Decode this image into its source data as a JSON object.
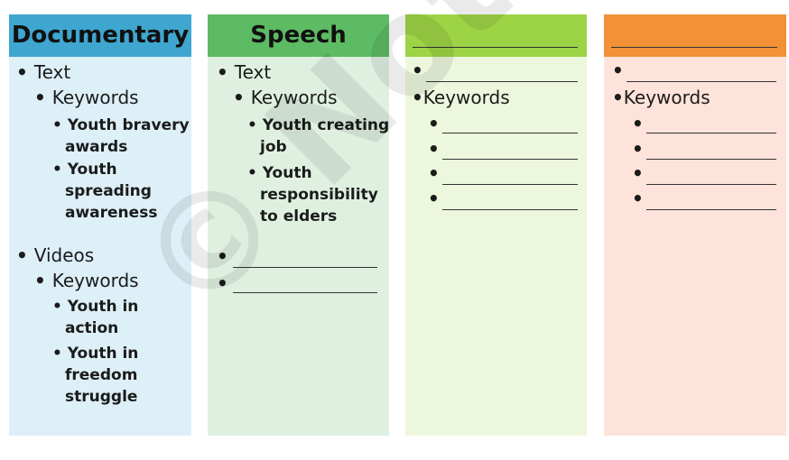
{
  "colors": {
    "documentary_head": "#3ea6cf",
    "documentary_body": "#ddeff7",
    "speech_head": "#5dbb63",
    "speech_body": "#dff0e1",
    "col3_head": "#9dd446",
    "col3_body": "#edf7dd",
    "col4_head": "#f29136",
    "col4_body": "#fde3da"
  },
  "columns": [
    {
      "header": "Documentary",
      "items": [
        {
          "label": "Text",
          "sub_label": "Keywords",
          "subitems": [
            "Youth bravery awards",
            "Youth spreading awareness"
          ]
        },
        {
          "label": "Videos",
          "sub_label": "Keywords",
          "subitems": [
            "Youth in action",
            "Youth in freedom struggle"
          ]
        }
      ]
    },
    {
      "header": "Speech",
      "items": [
        {
          "label": "Text",
          "sub_label": "Keywords",
          "subitems": [
            "Youth creating job",
            "Youth responsibility to elders"
          ]
        }
      ]
    },
    {
      "header": "",
      "keywords_label": "Keywords"
    },
    {
      "header": "",
      "keywords_label": "Keywords"
    }
  ],
  "watermark": "© Not to be republished",
  "bullet_glyph": "•"
}
